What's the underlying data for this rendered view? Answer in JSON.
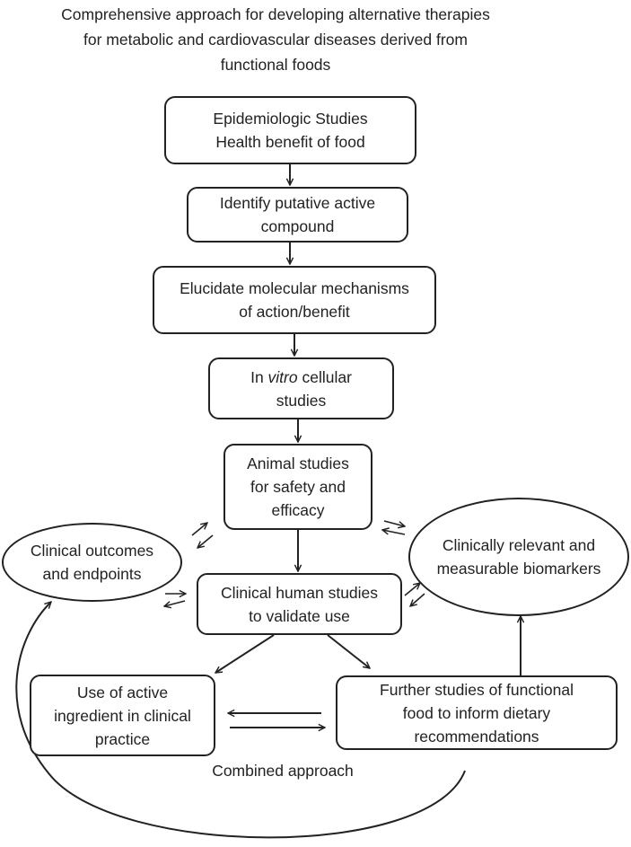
{
  "title": {
    "lines": [
      "Comprehensive approach for developing alternative therapies",
      "for metabolic and cardiovascular diseases derived from",
      "functional foods"
    ]
  },
  "nodes": {
    "epidemiologic": {
      "line1": "Epidemiologic Studies",
      "line2": "Health benefit of food"
    },
    "identify": {
      "line1": "Identify putative active",
      "line2": "compound"
    },
    "elucidate": {
      "line1": "Elucidate molecular mechanisms",
      "line2": "of action/benefit"
    },
    "invitro": {
      "prefix": "In ",
      "italic": "vitro",
      "suffix": " cellular",
      "line2": "studies"
    },
    "animal": {
      "line1": "Animal studies",
      "line2": "for safety and",
      "line3": "efficacy"
    },
    "clinical_human": {
      "line1": "Clinical human studies",
      "line2": "to validate use"
    },
    "outcomes": {
      "line1": "Clinical outcomes",
      "line2": "and endpoints"
    },
    "biomarkers": {
      "line1": "Clinically relevant and",
      "line2": "measurable biomarkers"
    },
    "active_ingredient": {
      "line1": "Use of active",
      "line2": "ingredient in clinical",
      "line3": "practice"
    },
    "further_studies": {
      "line1": "Further studies of functional",
      "line2": "food to inform dietary",
      "line3": "recommendations"
    }
  },
  "caption": "Combined approach",
  "colors": {
    "stroke": "#222222",
    "background": "#ffffff"
  }
}
